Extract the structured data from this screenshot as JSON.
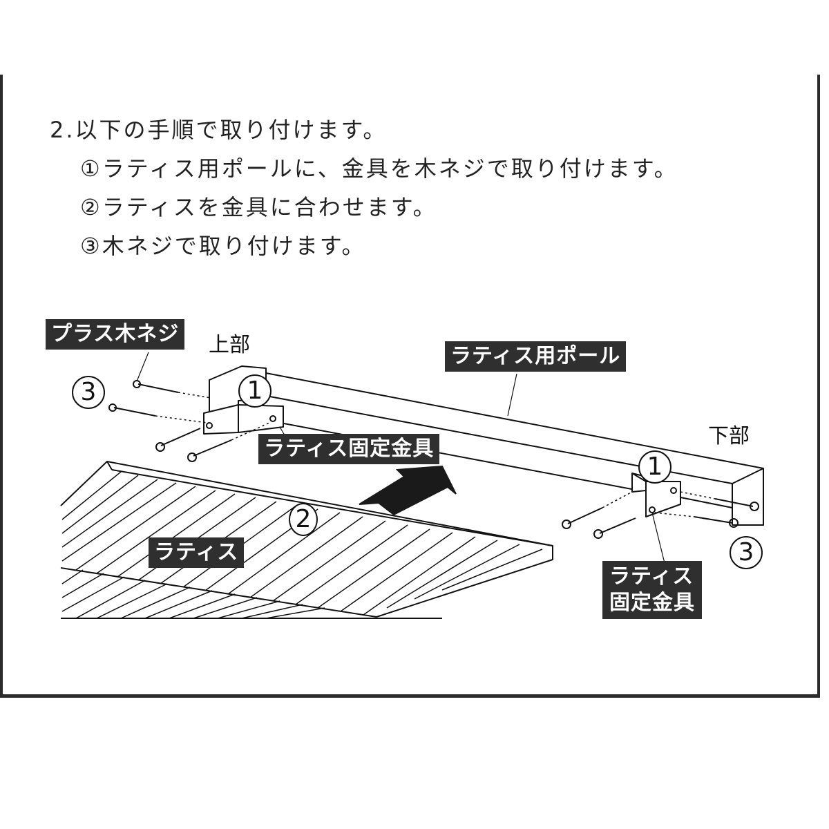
{
  "instructions": {
    "title": "2.以下の手順で取り付けます。",
    "steps": [
      {
        "marker": "①",
        "text": "①ラティス用ポールに、金具を木ネジで取り付けます。"
      },
      {
        "marker": "②",
        "text": "②ラティスを金具に合わせます。"
      },
      {
        "marker": "③",
        "text": "③木ネジで取り付けます。"
      }
    ]
  },
  "diagram": {
    "labels": {
      "screw": "プラス木ネジ",
      "top": "上部",
      "pole": "ラティス用ポール",
      "bottom": "下部",
      "bracket_top": "ラティス固定金具",
      "bracket_bottom_line1": "ラティス",
      "bracket_bottom_line2": "固定金具",
      "lattice": "ラティス"
    },
    "markers": {
      "step3_top": "3",
      "step1_top": "1",
      "step2": "2",
      "step1_bottom": "1",
      "step3_bottom": "3"
    },
    "colors": {
      "label_bg": "#2f2f2f",
      "label_text": "#ffffff",
      "line": "#111111",
      "frame": "#2b2b2b"
    }
  }
}
